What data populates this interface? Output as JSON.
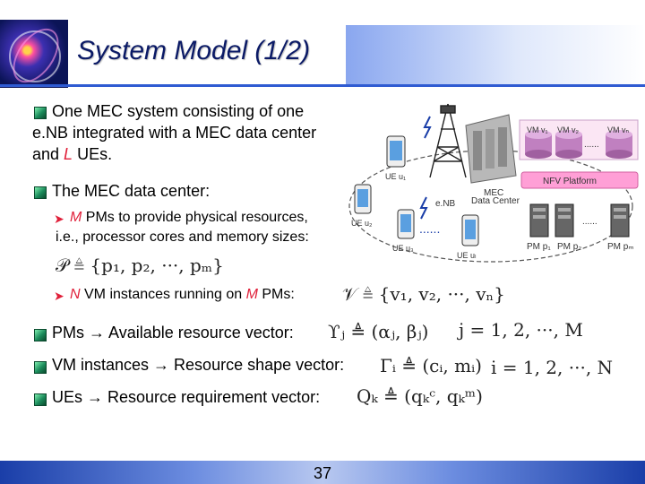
{
  "slide": {
    "title": "System Model (1/2)",
    "page_number": "37"
  },
  "bullets": {
    "b1_line1": "One MEC system consisting of one",
    "b1_line2": "e.NB integrated with a MEC data center",
    "b1_line3a": "and ",
    "b1_line3_var": "L",
    "b1_line3b": " UEs.",
    "b2": "The MEC data center:",
    "sub1_var": "M",
    "sub1_text": " PMs to provide physical resources,",
    "sub1_line2": "i.e., processor cores and memory sizes:",
    "sub2_var1": "N",
    "sub2_text1": " VM instances running on ",
    "sub2_var2": "M",
    "sub2_text2": " PMs:",
    "b3": "PMs → Available resource vector:",
    "b4": "VM instances → Resource shape vector:",
    "b5": "UEs → Resource requirement vector:"
  },
  "formulas": {
    "pm_set": "𝒫 ≜ {p₁, p₂, ···, pₘ}",
    "vm_set": "𝒱 ≜ {v₁, v₂, ···, vₙ}",
    "pm_vec": "ϒⱼ ≜ (αⱼ, βⱼ)",
    "pm_idx": "j = 1, 2, ···, M",
    "vm_vec": "Γᵢ ≜ (cᵢ, mᵢ)",
    "vm_idx": "i = 1, 2, ···, N",
    "ue_vec": "Qₖ ≜ (qₖᶜ, qₖᵐ)"
  },
  "diagram": {
    "vm1": "VM v₁",
    "vm2": "VM v₂",
    "vmN": "VM vₙ",
    "nfv": "NFV Platform",
    "mec": "MEC",
    "datacenter": "Data Center",
    "enb": "e.NB",
    "ue1": "UE u₁",
    "ue2": "UE u₂",
    "ue3": "UE u₃",
    "ueL": "UE uₗ",
    "pm1": "PM p₁",
    "pm2": "PM p₂",
    "pmM": "PM pₘ"
  },
  "colors": {
    "accent_red": "#e0203a",
    "title_navy": "#0b1a66",
    "vm_purple": "#c080c0",
    "nfv_pink": "#ff9fd6"
  }
}
